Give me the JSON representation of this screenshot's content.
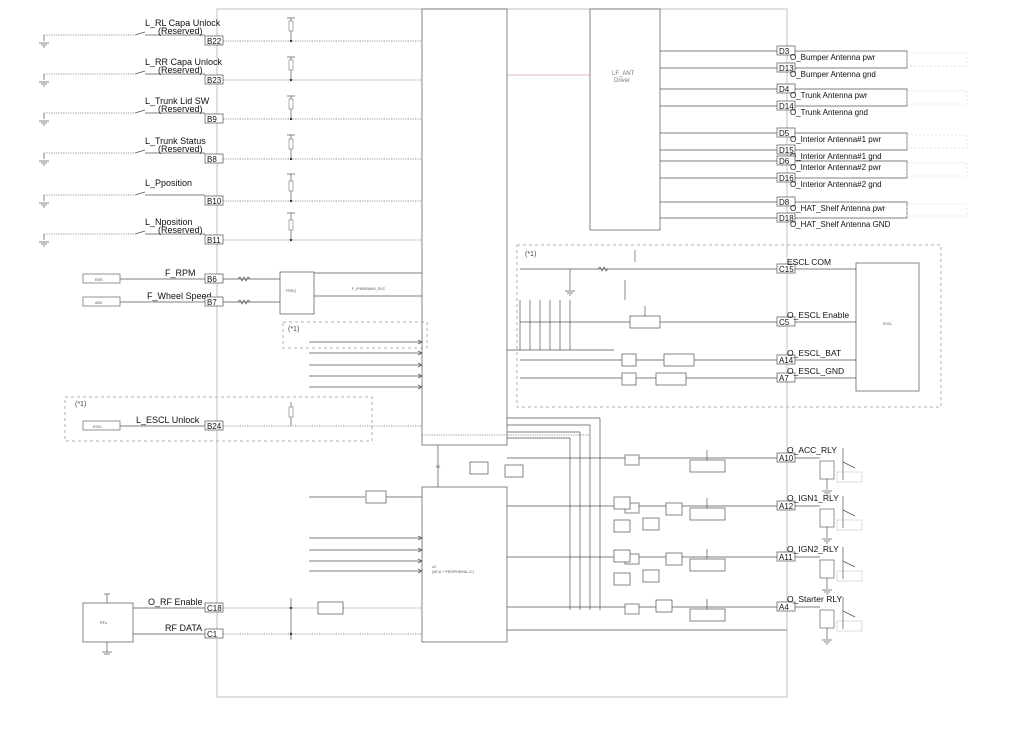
{
  "left_inputs": [
    {
      "label": "L_RL Capa Unlock",
      "sub": "(Reserved)",
      "pin": "B22"
    },
    {
      "label": "L_RR Capa Unlock",
      "sub": "(Reserved)",
      "pin": "B23"
    },
    {
      "label": "L_Trunk Lid SW",
      "sub": "(Reserved)",
      "pin": "B9"
    },
    {
      "label": "L_Trunk Status",
      "sub": "(Reserved)",
      "pin": "B8"
    },
    {
      "label": "L_Pposition",
      "sub": "",
      "pin": "B10"
    },
    {
      "label": "L_Nposition",
      "sub": "(Reserved)",
      "pin": "B11"
    }
  ],
  "freq_inputs": [
    {
      "label": "F_RPM",
      "pin": "B6",
      "source": "EMS"
    },
    {
      "label": "F_Wheel Speed",
      "pin": "B7",
      "source": "ABS"
    }
  ],
  "escl_input": {
    "label": "L_ESCL Unlock",
    "pin": "B24",
    "source": "ESCL",
    "note": "(*1)"
  },
  "rf_inputs": [
    {
      "label": "O_RF Enable",
      "pin": "C18"
    },
    {
      "label": "RF DATA",
      "pin": "C1"
    }
  ],
  "antennas": [
    {
      "label": "O_Bumper Antenna pwr",
      "pin": "D3"
    },
    {
      "label": "O_Bumper Antenna gnd",
      "pin": "D13"
    },
    {
      "label": "O_Trunk Antenna pwr",
      "pin": "D4"
    },
    {
      "label": "O_Trunk Antenna gnd",
      "pin": "D14"
    },
    {
      "label": "O_Interior Antenna#1 pwr",
      "pin": "D5"
    },
    {
      "label": "O_Interior Antenna#1 gnd",
      "pin": "D15"
    },
    {
      "label": "O_Interior Antenna#2 pwr",
      "pin": "D6"
    },
    {
      "label": "O_Interior Antenna#2 gnd",
      "pin": "D16"
    },
    {
      "label": "O_HAT_Shelf Antenna pwr",
      "pin": "D8"
    },
    {
      "label": "O_HAT_Shelf Antenna GND",
      "pin": "D18"
    }
  ],
  "lf_driver": {
    "title": "LF_ANT",
    "sub": "Driver"
  },
  "escl_outputs": [
    {
      "label": "ESCL COM",
      "pin": "C15"
    },
    {
      "label": "O_ESCL Enable",
      "pin": "C5"
    },
    {
      "label": "O_ESCL_BAT",
      "pin": "A14"
    },
    {
      "label": "O_ESCL_GND",
      "pin": "A7"
    }
  ],
  "relay_outputs": [
    {
      "label": "O_ACC_RLY",
      "pin": "A10"
    },
    {
      "label": "O_IGN1_RLY",
      "pin": "A12"
    },
    {
      "label": "O_IGN2_RLY",
      "pin": "A11"
    },
    {
      "label": "O_Starter RLY",
      "pin": "A4"
    }
  ],
  "note_star": "(*1)",
  "mcu_label": "B2",
  "escl_block": "ESCL",
  "bus_label": "F_IPMDRAWS_SVC"
}
